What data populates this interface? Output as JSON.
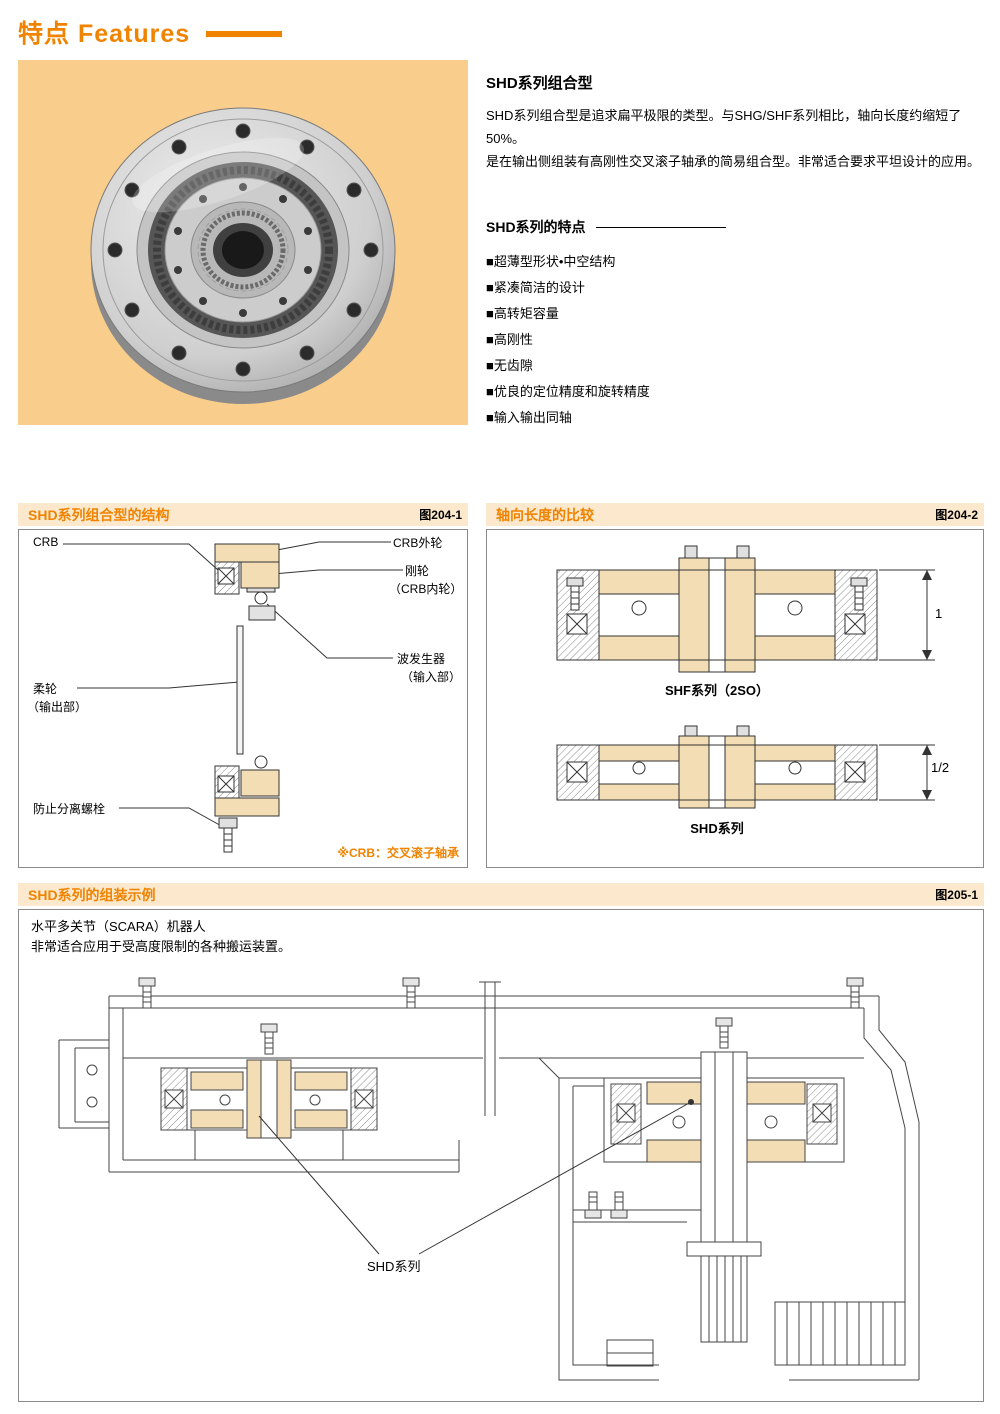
{
  "page": {
    "title": "特点 Features"
  },
  "intro": {
    "heading": "SHD系列组合型",
    "body": [
      "SHD系列组合型是追求扁平极限的类型。与SHG/SHF系列相比，轴向长度约缩短了50%。",
      "是在输出侧组装有高刚性交叉滚子轴承的简易组合型。非常适合要求平坦设计的应用。"
    ],
    "features_heading": "SHD系列的特点",
    "features": [
      "■超薄型形状•中空结构",
      "■紧凑简洁的设计",
      "■高转矩容量",
      "■高刚性",
      "■无齿隙",
      "■优良的定位精度和旋转精度",
      "■输入输出同轴"
    ]
  },
  "structure": {
    "title": "SHD系列组合型的结构",
    "figure": "图204-1",
    "labels": {
      "crb": "CRB",
      "crb_outer": "CRB外轮",
      "circular_spline_1": "刚轮",
      "circular_spline_2": "（CRB内轮）",
      "wave_generator_1": "波发生器",
      "wave_generator_2": "（输入部）",
      "flexspline_1": "柔轮",
      "flexspline_2": "（输出部）",
      "bolt": "防止分离螺栓"
    },
    "note": "※CRB：交叉滚子轴承"
  },
  "comparison": {
    "title": "轴向长度的比较",
    "figure": "图204-2",
    "shf_caption": "SHF系列（2SO）",
    "shd_caption": "SHD系列",
    "dim_shf": "1",
    "dim_shd": "1/2"
  },
  "assembly": {
    "title": "SHD系列的组装示例",
    "figure": "图205-1",
    "description": [
      "水平多关节（SCARA）机器人",
      "非常适合应用于受高度限制的各种搬运装置。"
    ],
    "callout": "SHD系列"
  },
  "colors": {
    "accent": "#F08300",
    "photo_background": "#F9CD8C",
    "section_header_background": "#FCE8CC",
    "diagram_tan": "#F3DDB5"
  }
}
